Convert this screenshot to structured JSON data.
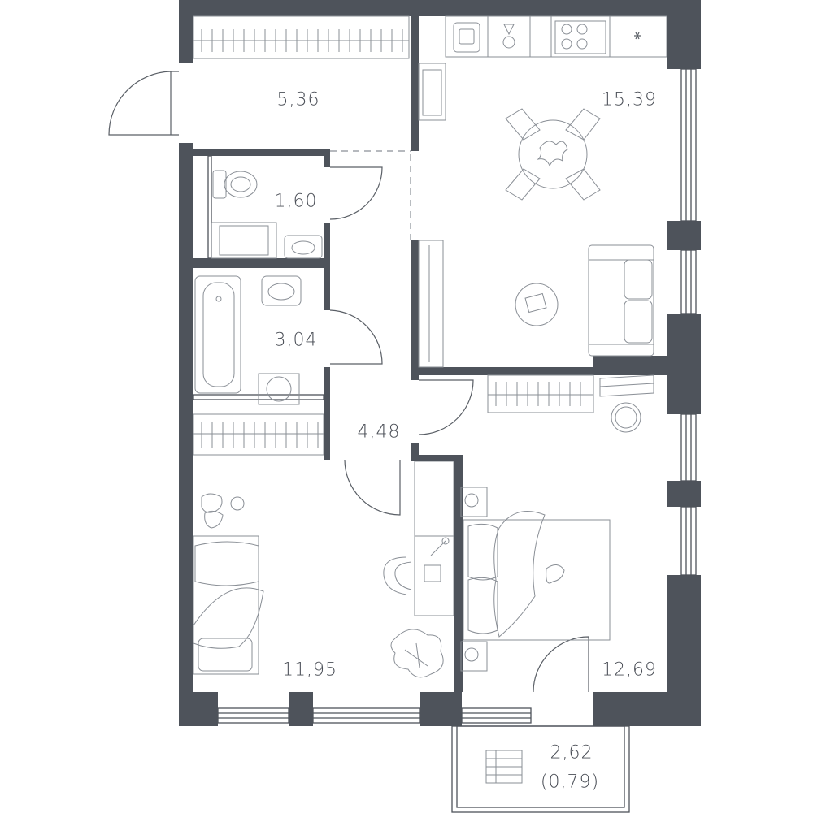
{
  "rooms": [
    {
      "id": "hall",
      "area": "5,36"
    },
    {
      "id": "kitchen-living",
      "area": "15,39"
    },
    {
      "id": "wc",
      "area": "1,60"
    },
    {
      "id": "bathroom",
      "area": "3,04"
    },
    {
      "id": "corridor",
      "area": "4,48"
    },
    {
      "id": "bedroom-left",
      "area": "11,95"
    },
    {
      "id": "bedroom-right",
      "area": "12,69"
    },
    {
      "id": "balcony",
      "area": "2,62",
      "reduced_area": "(0,79)"
    }
  ],
  "colors": {
    "wall": "#4e535b",
    "line": "#8a8f96",
    "label": "#4b4f57"
  }
}
